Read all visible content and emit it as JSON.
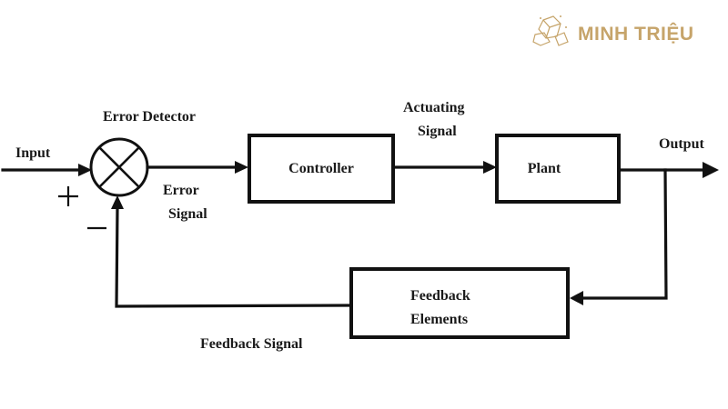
{
  "brand": {
    "name": "MINH TRIỆU",
    "icon": "crystal-logo-icon",
    "color": "#c6a46a"
  },
  "diagram": {
    "type": "closed-loop control system block diagram",
    "labels": {
      "input": "Input",
      "output": "Output",
      "error_detector": "Error Detector",
      "error_signal_line1": "Error",
      "error_signal_line2": "Signal",
      "actuating_signal_line1": "Actuating",
      "actuating_signal_line2": "Signal",
      "feedback_signal": "Feedback Signal"
    },
    "signs": {
      "plus": "+",
      "minus": "−"
    },
    "blocks": {
      "controller": "Controller",
      "plant": "Plant",
      "feedback_line1": "Feedback",
      "feedback_line2": "Elements"
    },
    "nodes": [
      "Error Detector",
      "Controller",
      "Plant",
      "Feedback Elements"
    ],
    "edges": [
      {
        "from": "Input",
        "to": "Error Detector",
        "sign": "+"
      },
      {
        "from": "Error Detector",
        "to": "Controller",
        "label": "Error Signal"
      },
      {
        "from": "Controller",
        "to": "Plant",
        "label": "Actuating Signal"
      },
      {
        "from": "Plant",
        "to": "Output"
      },
      {
        "from": "Output",
        "to": "Feedback Elements"
      },
      {
        "from": "Feedback Elements",
        "to": "Error Detector",
        "label": "Feedback Signal",
        "sign": "−"
      }
    ]
  }
}
